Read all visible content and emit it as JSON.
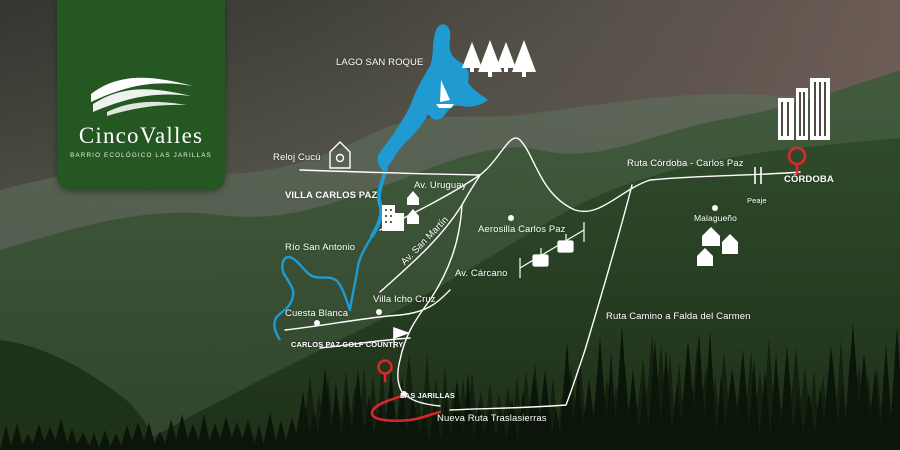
{
  "brand": {
    "name": "CincoValles",
    "tagline": "BARRIO ECOLÓGICO LAS JARILLAS",
    "accent_color": "#245722"
  },
  "colors": {
    "lake": "#1f9bd1",
    "road": "#ffffff",
    "route_highlight": "#d9262d",
    "pin": "#e0262d"
  },
  "labels": {
    "lago": "LAGO SAN ROQUE",
    "reloj": "Reloj Cucú",
    "villa_carlos_paz": "VILLA CARLOS PAZ",
    "av_uruguay": "Av. Uruguay",
    "av_san_martin": "Av. San Martín",
    "rio_san_antonio": "Río San Antonio",
    "aerosilla": "Aerosilla Carlos Paz",
    "av_carcano": "Av. Cárcano",
    "villa_icho_cruz": "Villa Icho Cruz",
    "cuesta_blanca": "Cuesta Blanca",
    "golf": "CARLOS PAZ GOLF COUNTRY",
    "las_jarillas": "LAS JARILLAS",
    "nueva_ruta": "Nueva Ruta Traslasierras",
    "ruta_cordoba": "Ruta Córdoba - Carlos Paz",
    "cordoba": "CÓRDOBA",
    "peaje": "Peaje",
    "malagueno": "Malagueño",
    "ruta_camino": "Ruta Camino a Falda del Carmen"
  },
  "icons": [
    "pine-trees-icon",
    "sailboat-icon",
    "cuckoo-clock-icon",
    "buildings-icon",
    "houses-icon",
    "cable-car-icon",
    "flag-icon",
    "skyline-icon",
    "location-pin-icon",
    "toll-icon"
  ]
}
